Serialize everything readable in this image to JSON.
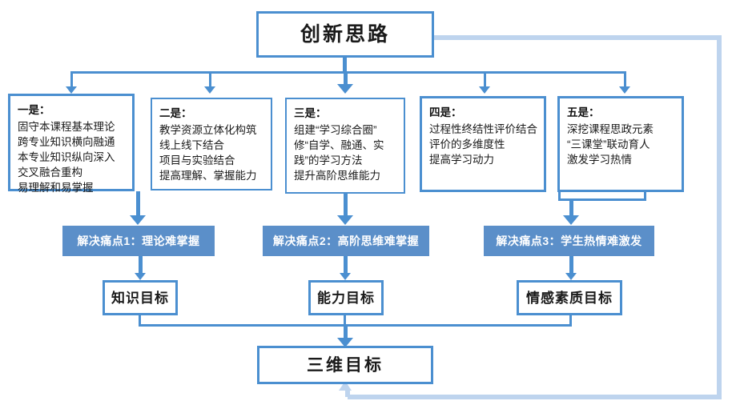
{
  "diagram": {
    "title_box": {
      "label": "创新思路"
    },
    "ideas": [
      {
        "head": "一是：",
        "lines": [
          "固守本课程基本理论",
          "跨专业知识横向融通",
          "本专业知识纵向深入",
          "交叉融合重构",
          "易理解和易掌握"
        ]
      },
      {
        "head": "二是：",
        "lines": [
          "教学资源立体化构筑",
          "线上线下结合",
          "项目与实验结合",
          "提高理解、掌握能力"
        ]
      },
      {
        "head": "三是：",
        "lines": [
          "组建“学习综合圈”",
          "修“自学、融通、实",
          "践”的学习方法",
          "提升高阶思维能力"
        ]
      },
      {
        "head": "四是：",
        "lines": [
          "过程性终结性评价结合",
          "评价的多维度性",
          "提高学习动力"
        ]
      },
      {
        "head": "五是：",
        "lines": [
          "深挖课程思政元素",
          "“三课堂”联动育人",
          "激发学习热情"
        ]
      }
    ],
    "pain_points": [
      {
        "label": "解决痛点1：理论难掌握"
      },
      {
        "label": "解决痛点2：高阶思维难掌握"
      },
      {
        "label": "解决痛点3：学生热情难激发"
      }
    ],
    "goals": [
      {
        "label": "知识目标"
      },
      {
        "label": "能力目标"
      },
      {
        "label": "情感素质目标"
      }
    ],
    "final_box": {
      "label": "三维目标"
    },
    "colors": {
      "border_blue": "#4b8fd0",
      "bar_blue": "#5b8fc9",
      "feedback_blue": "#bed4ee",
      "text_dark": "#1a1a1a",
      "text_white": "#ffffff"
    }
  }
}
